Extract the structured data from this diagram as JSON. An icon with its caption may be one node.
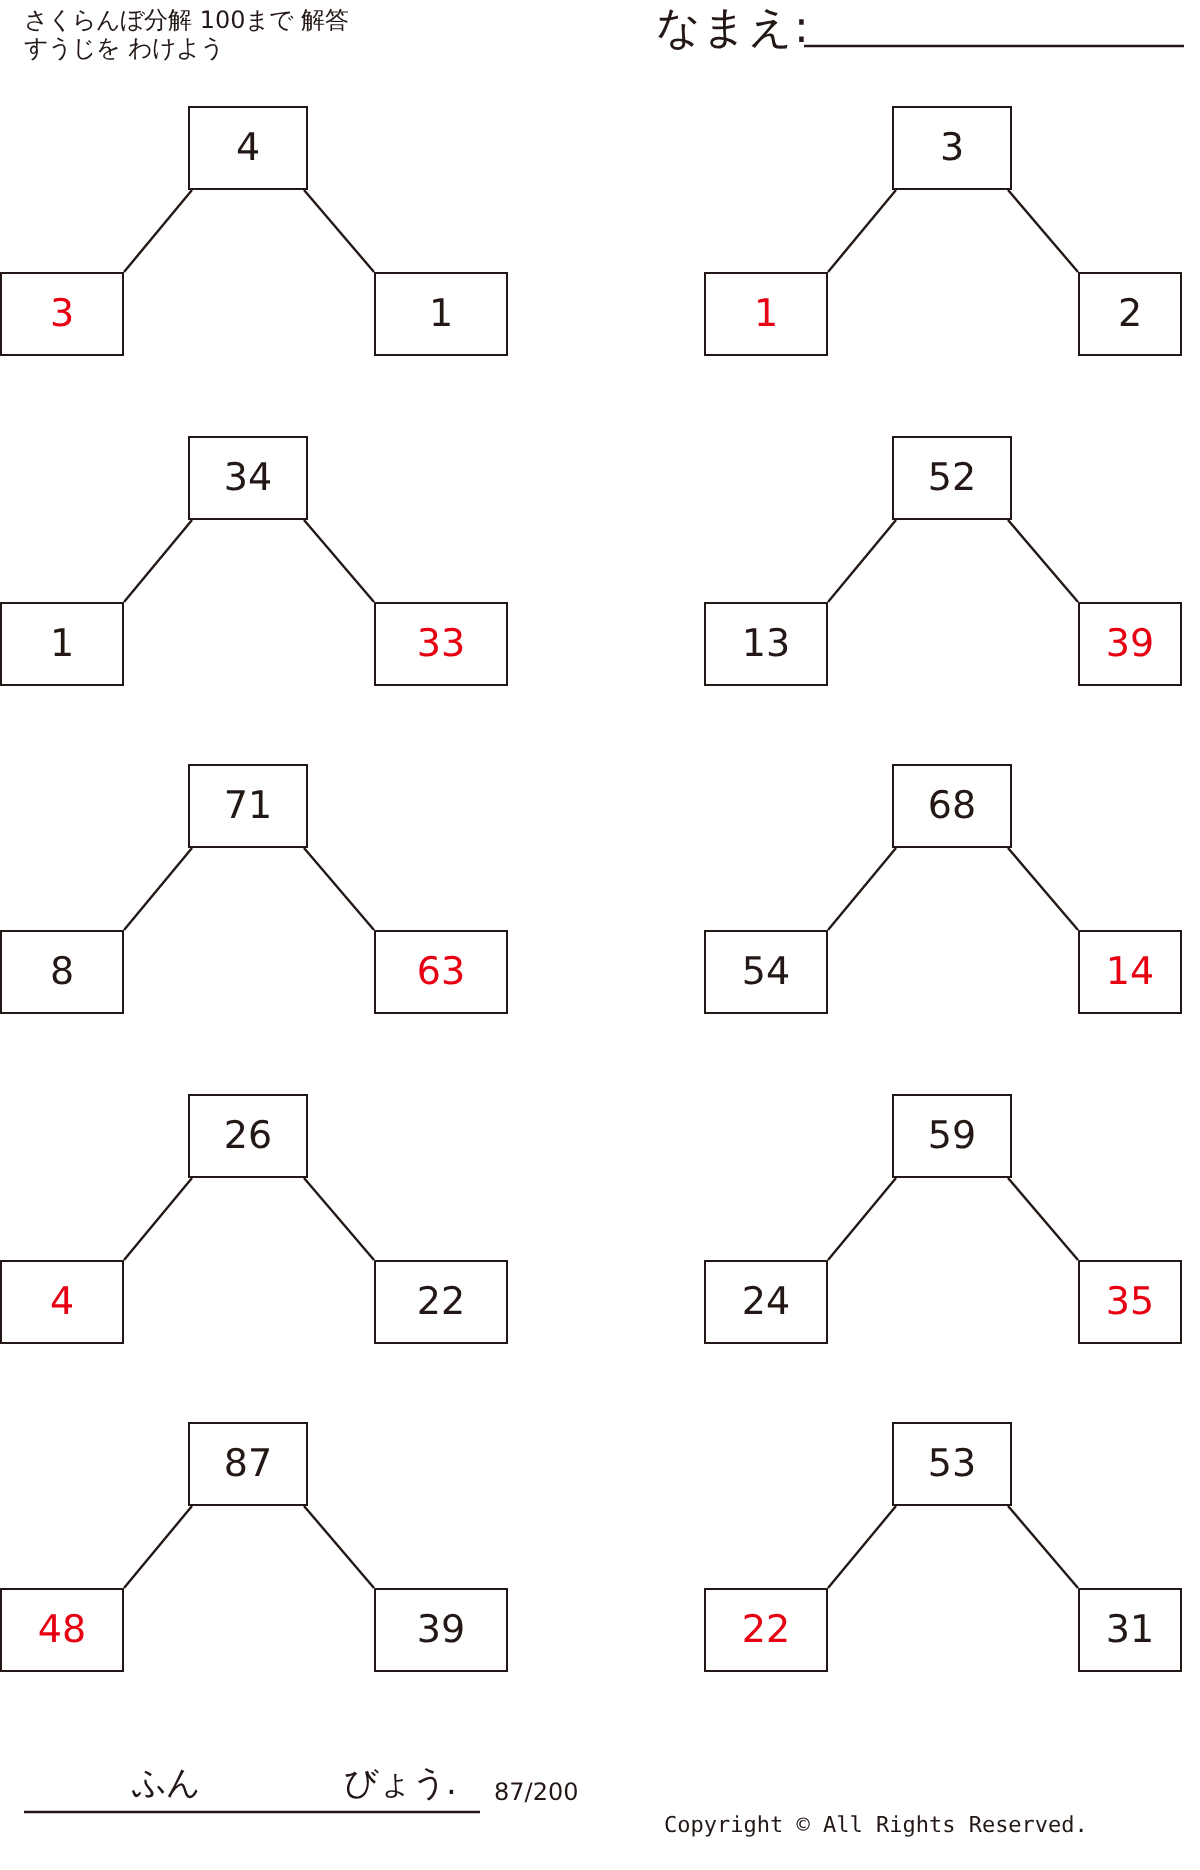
{
  "diagram": {
    "nodes": [
      {
        "text": [
          "4"
        ]
      },
      {
        "text": [
          "3"
        ]
      },
      {
        "text": [
          "1"
        ]
      },
      {
        "text": [
          "3"
        ]
      },
      {
        "text": [
          "1"
        ]
      },
      {
        "text": [
          "2"
        ]
      },
      {
        "text": [
          "34"
        ]
      },
      {
        "text": [
          "1"
        ]
      },
      {
        "text": [
          "33"
        ]
      },
      {
        "text": [
          "52"
        ]
      },
      {
        "text": [
          "13"
        ]
      },
      {
        "text": [
          "39"
        ]
      },
      {
        "text": [
          "71"
        ]
      },
      {
        "text": [
          "8"
        ]
      },
      {
        "text": [
          "63"
        ]
      },
      {
        "text": [
          "68"
        ]
      },
      {
        "text": [
          "54"
        ]
      },
      {
        "text": [
          "14"
        ]
      },
      {
        "text": [
          "26"
        ]
      },
      {
        "text": [
          "4"
        ]
      },
      {
        "text": [
          "22"
        ]
      },
      {
        "text": [
          "59"
        ]
      },
      {
        "text": [
          "24"
        ]
      },
      {
        "text": [
          "35"
        ]
      },
      {
        "text": [
          "87"
        ]
      },
      {
        "text": [
          "48"
        ]
      },
      {
        "text": [
          "39"
        ]
      },
      {
        "text": [
          "53"
        ]
      },
      {
        "text": [
          "22"
        ]
      },
      {
        "text": [
          "31"
        ]
      }
    ],
    "edges": [
      {
        "from": 0,
        "to": 1,
        "arrow": "none"
      },
      {
        "from": 0,
        "to": 2,
        "arrow": "none"
      },
      {
        "from": 3,
        "to": 4,
        "arrow": "none"
      },
      {
        "from": 3,
        "to": 5,
        "arrow": "none"
      },
      {
        "from": 6,
        "to": 7,
        "arrow": "none"
      },
      {
        "from": 6,
        "to": 8,
        "arrow": "none"
      },
      {
        "from": 9,
        "to": 10,
        "arrow": "none"
      },
      {
        "from": 9,
        "to": 11,
        "arrow": "none"
      },
      {
        "from": 12,
        "to": 13,
        "arrow": "none"
      },
      {
        "from": 12,
        "to": 14,
        "arrow": "none"
      },
      {
        "from": 15,
        "to": 16,
        "arrow": "none"
      },
      {
        "from": 15,
        "to": 17,
        "arrow": "none"
      },
      {
        "from": 18,
        "to": 19,
        "arrow": "none"
      },
      {
        "from": 18,
        "to": 20,
        "arrow": "none"
      },
      {
        "from": 21,
        "to": 22,
        "arrow": "none"
      },
      {
        "from": 21,
        "to": 23,
        "arrow": "none"
      },
      {
        "from": 24,
        "to": 25,
        "arrow": "none"
      },
      {
        "from": 24,
        "to": 26,
        "arrow": "none"
      },
      {
        "from": 27,
        "to": 28,
        "arrow": "none"
      },
      {
        "from": 27,
        "to": 29,
        "arrow": "none"
      }
    ],
    "labels": [
      "さくらんぼ分解 100まで 解答",
      "すうじを わけよう",
      "なまえ:",
      "ふん",
      "びょう.",
      "87/200",
      "Copyright © All Rights Reserved."
    ]
  }
}
